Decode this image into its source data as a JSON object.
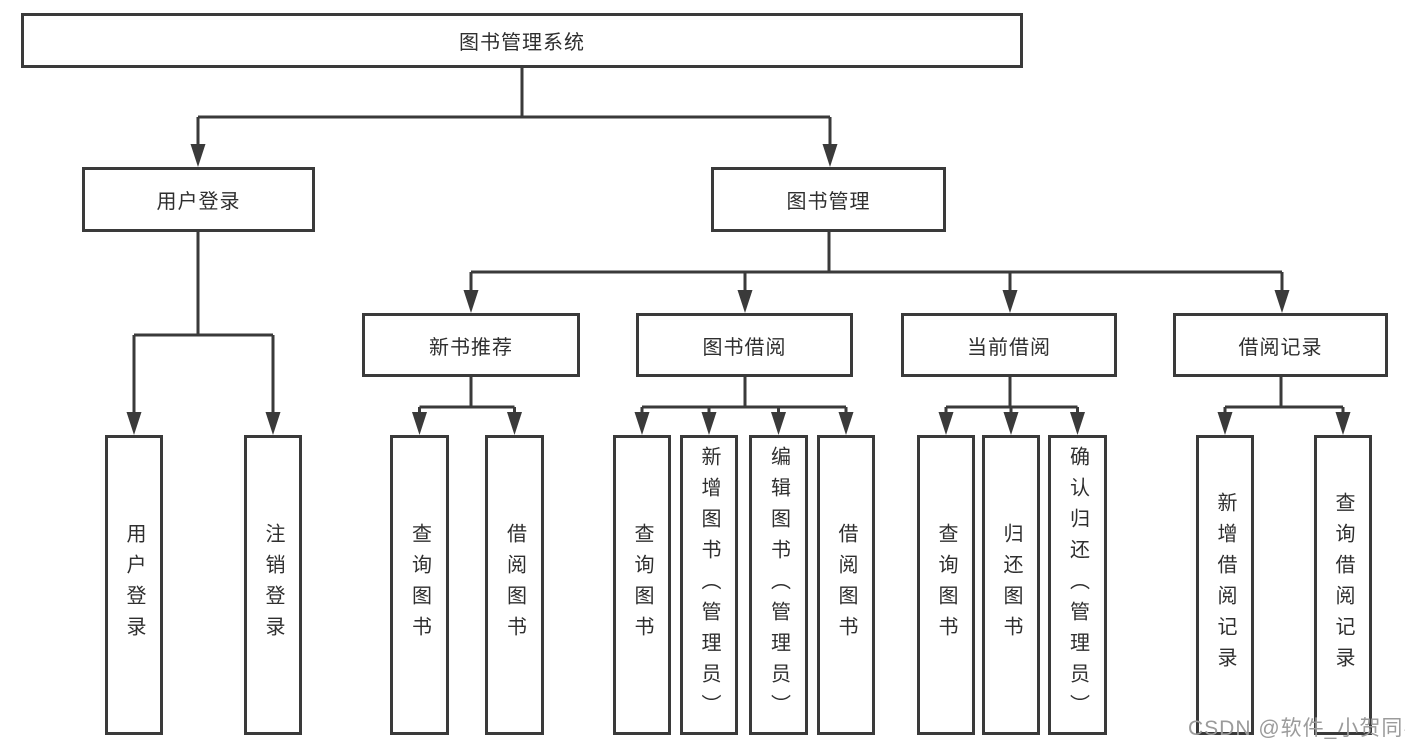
{
  "diagram": {
    "root": {
      "label": "图书管理系统"
    },
    "branches": [
      {
        "label": "用户登录",
        "children": [
          {
            "label": "用户登录"
          },
          {
            "label": "注销登录"
          }
        ]
      },
      {
        "label": "图书管理",
        "children": [
          {
            "label": "新书推荐",
            "children": [
              {
                "label": "查询图书"
              },
              {
                "label": "借阅图书"
              }
            ]
          },
          {
            "label": "图书借阅",
            "children": [
              {
                "label": "查询图书"
              },
              {
                "label": "新增图书（管理员）"
              },
              {
                "label": "编辑图书（管理员）"
              },
              {
                "label": "借阅图书"
              }
            ]
          },
          {
            "label": "当前借阅",
            "children": [
              {
                "label": "查询图书"
              },
              {
                "label": "归还图书"
              },
              {
                "label": "确认归还（管理员）"
              }
            ]
          },
          {
            "label": "借阅记录",
            "children": [
              {
                "label": "新增借阅记录"
              },
              {
                "label": "查询借阅记录"
              }
            ]
          }
        ]
      }
    ]
  },
  "watermark": {
    "text": "CSDN @软件_小贺同学"
  },
  "colors": {
    "line": "#3a3a3a",
    "text": "#2f2f2f",
    "watermark": "#9b9b9b",
    "background": "#ffffff"
  }
}
